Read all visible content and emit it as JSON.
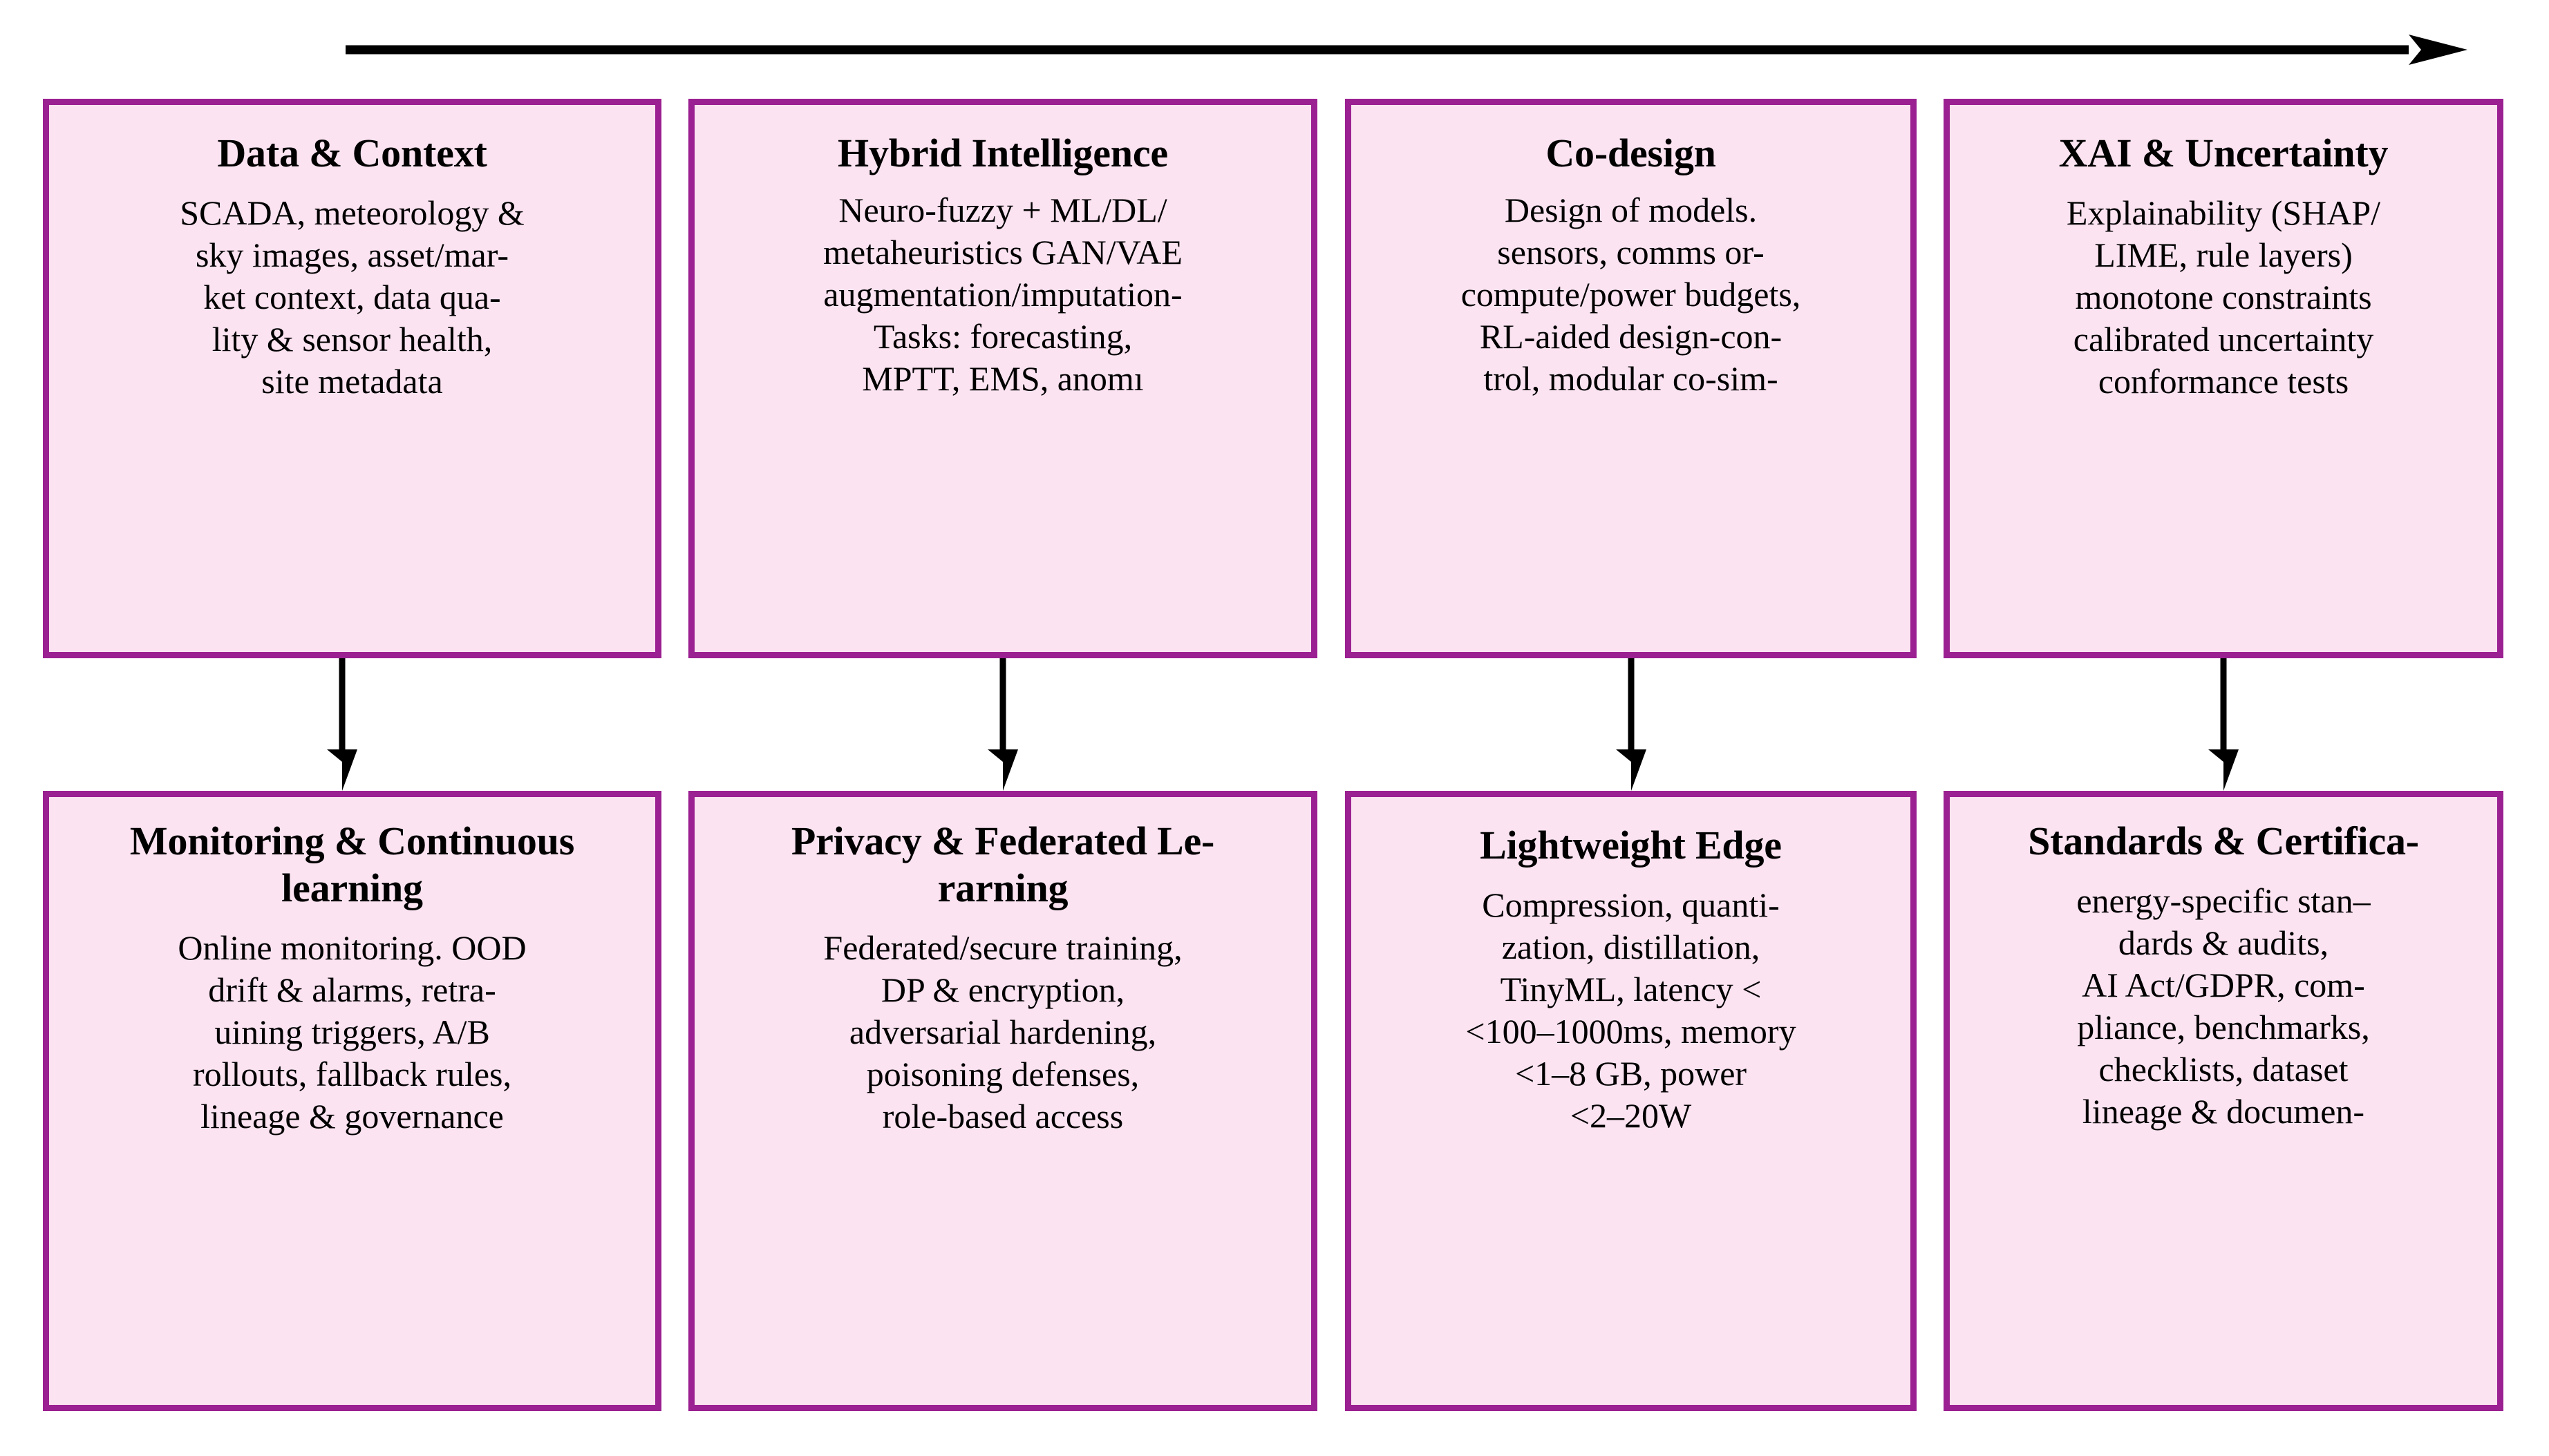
{
  "diagram": {
    "title": "",
    "colors": {
      "box_border": "#9B2091",
      "box_fill": "#FBE3F1",
      "arrow": "#000000",
      "page_background": "#FFFFFF"
    },
    "top_arrow": {
      "name": "progression-arrow",
      "direction": "left-to-right",
      "label": ""
    },
    "columns": [
      {
        "connector_label": "",
        "top": {
          "title": "Data & Context",
          "body": "SCADA, meteorology &\nsky images, asset/mar-\nket context, data qua-\nlity & sensor health,\nsite metadata"
        },
        "bottom": {
          "title": "Monitoring & Continuous\nlearning",
          "body": "Online monitoring. OOD\ndrift & alarms, retra-\nuining triggers, A/B\nrollouts, fallback rules,\nlineage & governance"
        }
      },
      {
        "connector_label": "",
        "top": {
          "title": "Hybrid Intelligence",
          "body": "Neuro-fuzzy + ML/DL/\nmetaheuristics GAN/VAE\naugmentation/imputation-\nTasks: forecasting,\nMPTT, EMS, anomı"
        },
        "bottom": {
          "title": "Privacy & Federated Le-\nrarning",
          "body": "Federated/secure training,\nDP & encryption,\nadversarial hardening,\npoisoning defenses,\nrole-based access"
        }
      },
      {
        "connector_label": "",
        "top": {
          "title": "Co-design",
          "body": "Design of models.\nsensors, comms or-\ncompute/power budgets,\nRL-aided design-con-\ntrol, modular co-sim-"
        },
        "bottom": {
          "title": "Lightweight Edge",
          "body": "Compression, quanti-\nzation, distillation,\nTinyML, latency <\n<100–1000ms, memory\n<1–8 GB, power\n<2–20W"
        }
      },
      {
        "connector_label": "",
        "top": {
          "title": "XAI & Uncertainty",
          "body": "Explainability (SHAP/\nLIME, rule layers)\nmonotone constraints\ncalibrated uncertainty\nconformance tests"
        },
        "bottom": {
          "title": "Standards & Certifica-",
          "body": "energy-specific stan–\ndards & audits,\nAI Act/GDPR, com-\npliance, benchmarks,\nchecklists, dataset\nlineage & documen-"
        }
      }
    ]
  }
}
